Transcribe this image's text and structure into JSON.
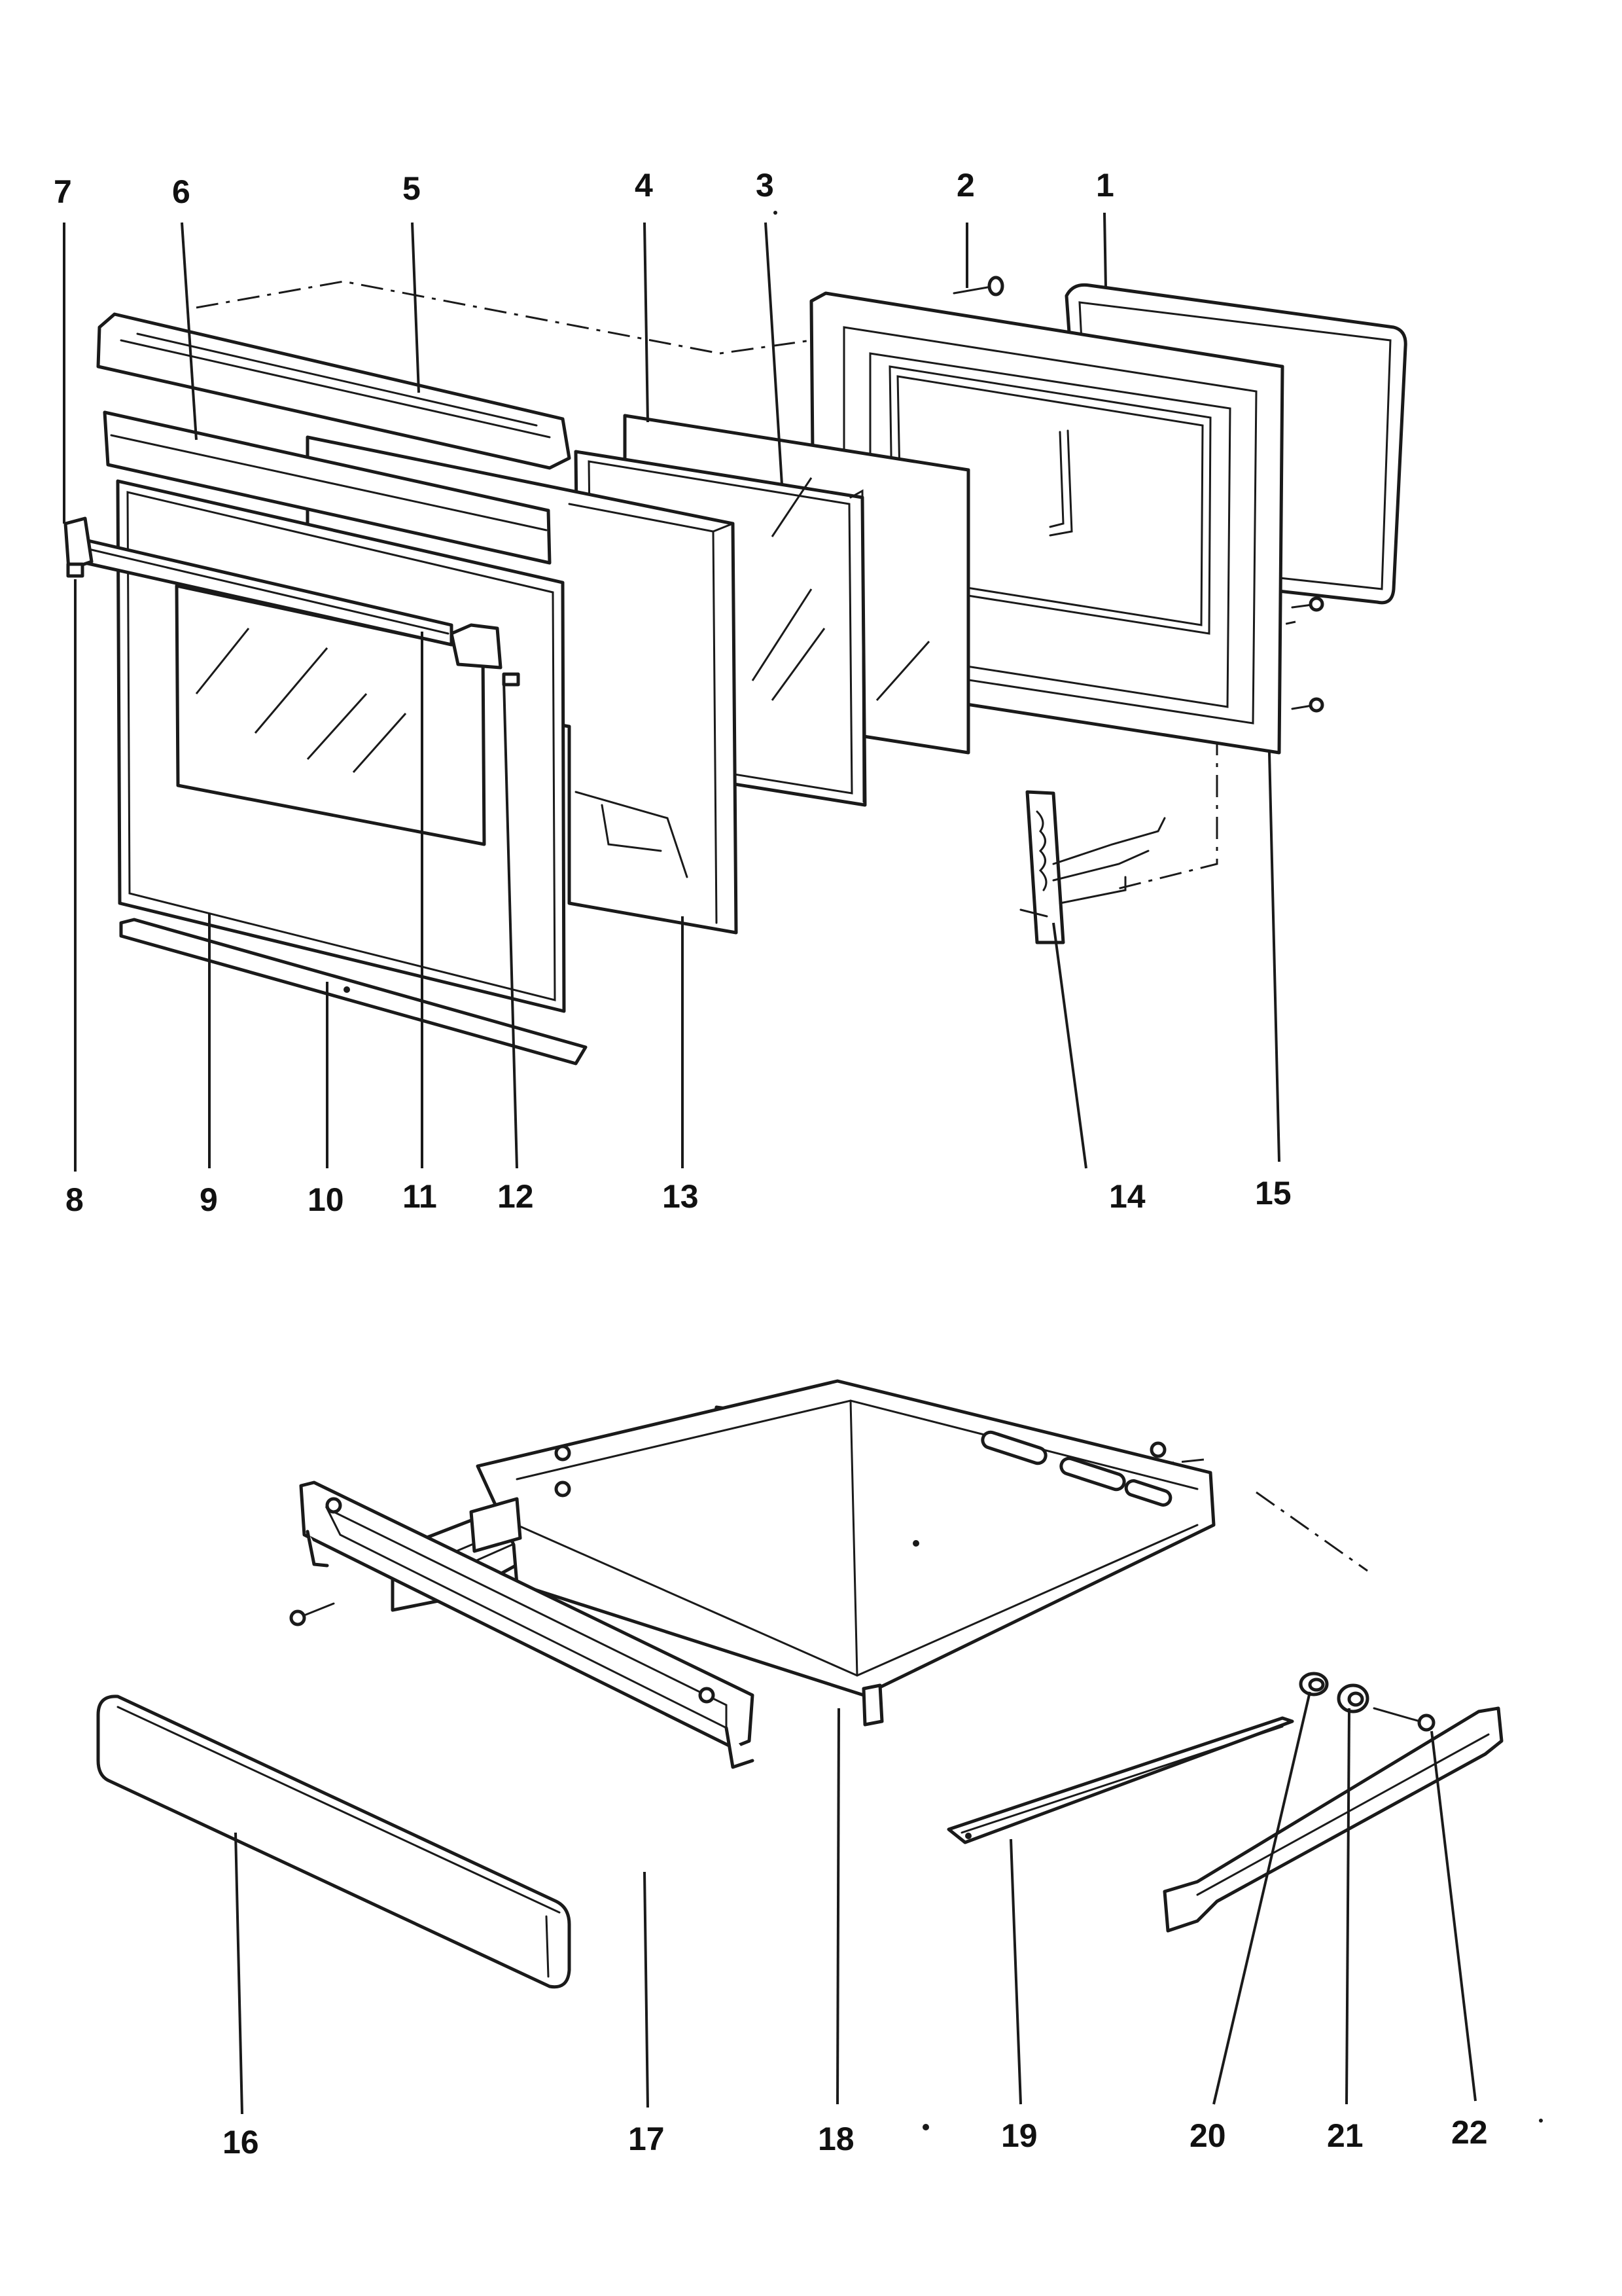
{
  "figure": {
    "callouts": [
      {
        "id": "c1",
        "label": "1"
      },
      {
        "id": "c2",
        "label": "2"
      },
      {
        "id": "c3",
        "label": "3"
      },
      {
        "id": "c4",
        "label": "4"
      },
      {
        "id": "c5",
        "label": "5"
      },
      {
        "id": "c6",
        "label": "6"
      },
      {
        "id": "c7",
        "label": "7"
      },
      {
        "id": "c8",
        "label": "8"
      },
      {
        "id": "c9",
        "label": "9"
      },
      {
        "id": "c10",
        "label": "10"
      },
      {
        "id": "c11",
        "label": "11"
      },
      {
        "id": "c12",
        "label": "12"
      },
      {
        "id": "c13",
        "label": "13"
      },
      {
        "id": "c14",
        "label": "14"
      },
      {
        "id": "c15",
        "label": "15"
      },
      {
        "id": "c16",
        "label": "16"
      },
      {
        "id": "c17",
        "label": "17"
      },
      {
        "id": "c18",
        "label": "18"
      },
      {
        "id": "c19",
        "label": "19"
      },
      {
        "id": "c20",
        "label": "20"
      },
      {
        "id": "c21",
        "label": "21"
      },
      {
        "id": "c22",
        "label": "22"
      }
    ]
  },
  "colors": {
    "ink": "#1a1a1a",
    "paper": "#ffffff"
  }
}
